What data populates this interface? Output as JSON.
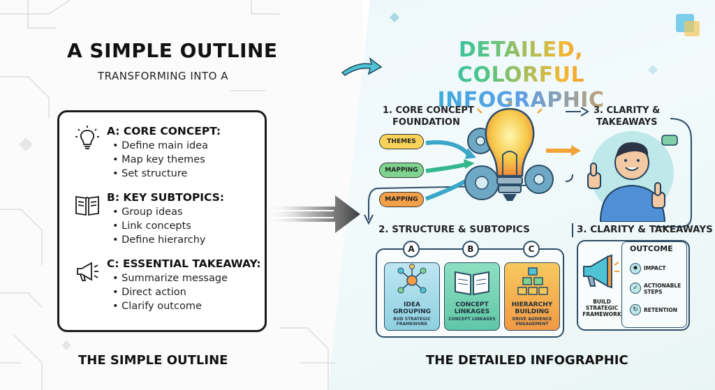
{
  "left": {
    "title": "A SIMPLE OUTLINE",
    "subtitle": "TRANSFORMING INTO A",
    "caption": "THE SIMPLE OUTLINE",
    "sections": [
      {
        "icon": "lightbulb-icon",
        "title": "A: CORE CONCEPT:",
        "items": [
          "Define main idea",
          "Map key themes",
          "Set structure"
        ]
      },
      {
        "icon": "book-icon",
        "title": "B: KEY SUBTOPICS:",
        "items": [
          "Group ideas",
          "Link concepts",
          "Define hierarchy"
        ]
      },
      {
        "icon": "megaphone-icon",
        "title": "C: ESSENTIAL TAKEAWAY:",
        "items": [
          "Summarize message",
          "Direct action",
          "Clarify outcome"
        ]
      }
    ]
  },
  "right": {
    "title_line1": "DETAILED, COLORFUL",
    "title_line2": "INFOGRAPHIC",
    "caption": "THE DETAILED INFOGRAPHIC",
    "step1": {
      "line1": "1. CORE CONCEPT",
      "line2": "FOUNDATION"
    },
    "step3_top": {
      "line1": "3. CLARITY &",
      "line2": "TAKEAWAYS"
    },
    "step2": "2. STRUCTURE & SUBTOPICS",
    "step3_bottom": "3. CLARITY & TAKEAWAYS",
    "pills": [
      "THEMES",
      "MAPPING",
      "MAPPING"
    ],
    "cards": [
      {
        "letter": "A",
        "title": "IDEA GROUPING",
        "sub": "BUD STRATEGIC FRAMEWORK"
      },
      {
        "letter": "B",
        "title": "CONCEPT LINKAGES",
        "sub": "CONCEPT LINKAGES"
      },
      {
        "letter": "C",
        "title": "HIERARCHY BUILDING",
        "sub": "DRIVE AUDIENCE ENGAGEMENT"
      }
    ],
    "outcome": {
      "title": "OUTCOME",
      "items": [
        "IMPACT",
        "ACTIONABLE STEPS",
        "RETENTION"
      ],
      "build_label": "BUILD STRATEGIC FRAMEWORK"
    }
  },
  "colors": {
    "accent_teal": "#2bbbd0",
    "accent_green": "#49c58c",
    "accent_yellow": "#f2b733",
    "accent_orange": "#f06c3c",
    "outline_dark": "#1a1a1a",
    "panel_border": "#2b4c66"
  }
}
